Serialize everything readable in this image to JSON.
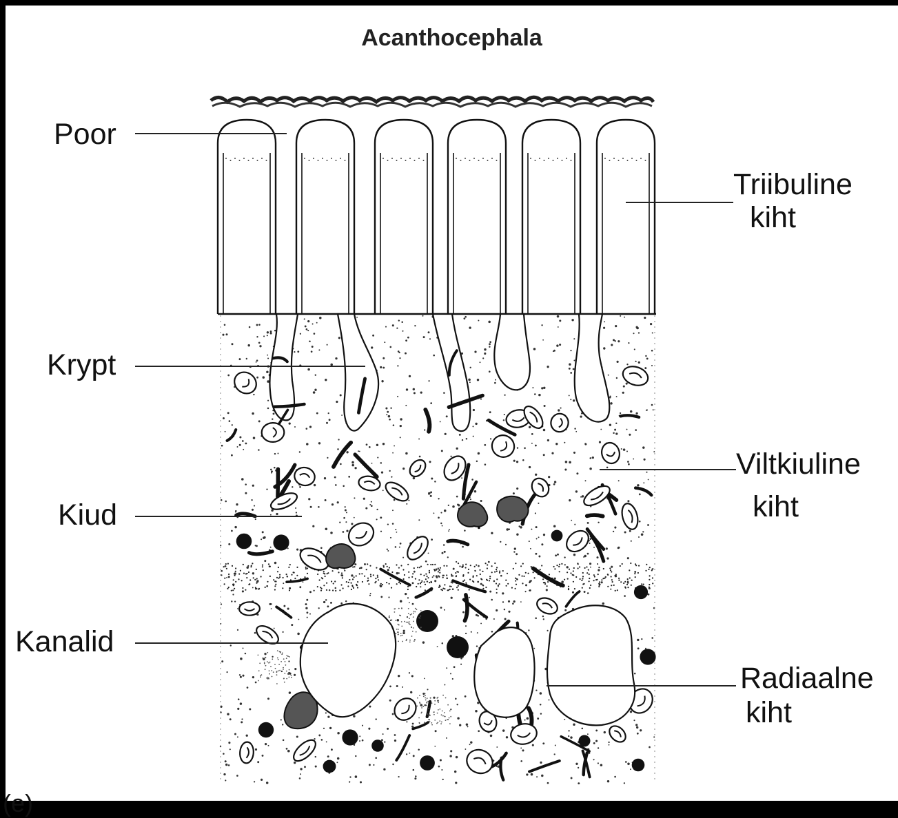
{
  "diagram": {
    "title": "Acanthocephala",
    "labels": {
      "poor": "Poor",
      "krypt": "Krypt",
      "kiud": "Kiud",
      "kanalid": "Kanalid",
      "triibuline_line1": "Triibuline",
      "triibuline_line2": "kiht",
      "viltkiuline_line1": "Viltkiuline",
      "viltkiuline_line2": "kiht",
      "radiaalne_line1": "Radiaalne",
      "radiaalne_line2": "kiht"
    },
    "cut_label": "(e)"
  }
}
